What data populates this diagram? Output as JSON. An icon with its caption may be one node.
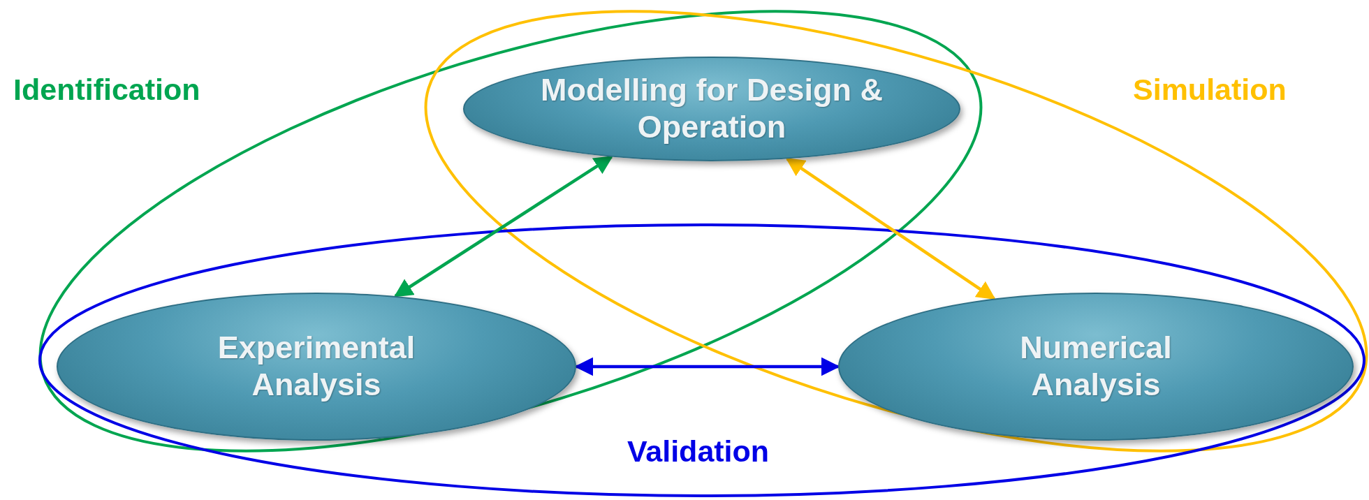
{
  "diagram": {
    "nodes": [
      {
        "text": [
          "Modelling for Design & Operation"
        ]
      },
      {
        "text": [
          "Experimental Analysis"
        ]
      },
      {
        "text": [
          "Numerical Analysis"
        ]
      }
    ],
    "edges": [
      {
        "from": 1,
        "to": 0,
        "arrow": "both",
        "color": "#00a550"
      },
      {
        "from": 0,
        "to": 2,
        "arrow": "both",
        "color": "#ffc000"
      },
      {
        "from": 1,
        "to": 2,
        "arrow": "both",
        "color": "#0000e6"
      }
    ],
    "labels": [
      "Identification",
      "Simulation",
      "Validation"
    ]
  }
}
